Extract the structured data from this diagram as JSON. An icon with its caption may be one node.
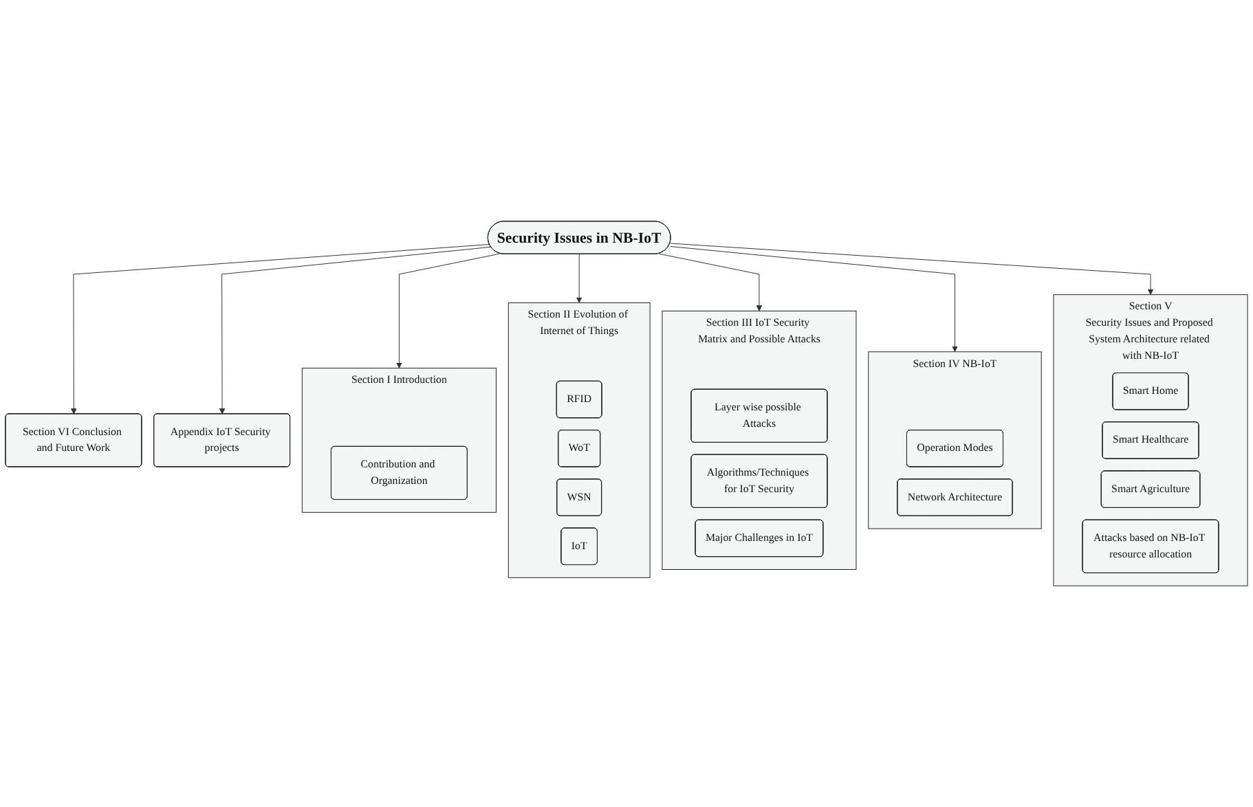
{
  "diagram": {
    "nodes": [
      {
        "text": [
          "Section I Introduction"
        ]
      },
      {
        "text": [
          "Contribution and Organization"
        ],
        "in": 0
      },
      {
        "text": [
          "Section II Evolution of Internet of Things"
        ]
      },
      {
        "text": [
          "RFID"
        ],
        "in": 2
      },
      {
        "text": [
          "WoT"
        ],
        "in": 2
      },
      {
        "text": [
          "WSN"
        ],
        "in": 2
      },
      {
        "text": [
          "IoT"
        ],
        "in": 2
      },
      {
        "text": [
          "Section III IoT Security Matrix and Possible Attacks"
        ]
      },
      {
        "text": [
          "Layer wise possible Attacks"
        ],
        "in": 7
      },
      {
        "text": [
          "Algorithms/Techniques for IoT Security"
        ],
        "in": 7
      },
      {
        "text": [
          "Major Challenges in IoT"
        ],
        "in": 7
      },
      {
        "text": [
          "Section IV NB-IoT"
        ]
      },
      {
        "text": [
          "Operation Modes"
        ],
        "in": 11
      },
      {
        "text": [
          "Network Architecture"
        ],
        "in": 11
      },
      {
        "text": [
          "Section V",
          "Security Issues and Proposed System Architecture related with NB-IoT"
        ]
      },
      {
        "text": [
          "Smart Home"
        ],
        "in": 14
      },
      {
        "text": [
          "Smart Healthcare"
        ],
        "in": 14
      },
      {
        "text": [
          "Smart Agriculture"
        ],
        "in": 14
      },
      {
        "text": [
          "Attacks based on NB-IoT resource allocation"
        ],
        "in": 14
      },
      {
        "text": [
          "Security Issues in NB-IoT"
        ]
      },
      {
        "text": [
          "Section VI Conclusion and Future Work"
        ]
      },
      {
        "text": [
          "Appendix IoT Security projects"
        ]
      }
    ],
    "edges": [
      {
        "from": 19,
        "to": 0,
        "arrow": "to"
      },
      {
        "from": 19,
        "to": 2,
        "arrow": "to"
      },
      {
        "from": 19,
        "to": 7,
        "arrow": "to"
      },
      {
        "from": 19,
        "to": 11,
        "arrow": "to"
      },
      {
        "from": 19,
        "to": 14,
        "arrow": "to"
      },
      {
        "from": 19,
        "to": 20,
        "arrow": "to"
      },
      {
        "from": 19,
        "to": 21,
        "arrow": "to"
      }
    ]
  }
}
